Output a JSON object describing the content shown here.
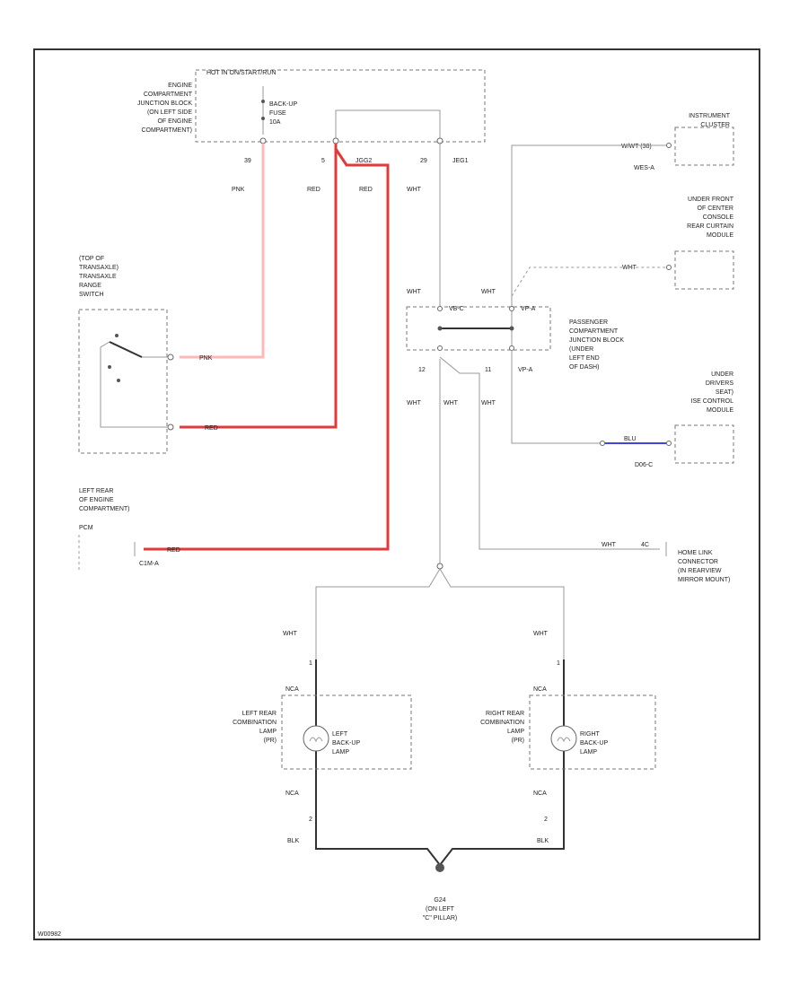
{
  "blocks": {
    "hot_at_all_times": "HOT IN ON/START/RUN",
    "engine_jb": [
      "ENGINE",
      "COMPARTMENT",
      "JUNCTION BLOCK",
      "(ON LEFT SIDE",
      "OF ENGINE",
      "COMPARTMENT)"
    ],
    "fuse": [
      "BACK-UP",
      "FUSE",
      "10A"
    ],
    "pin_39": "39",
    "pin_5": "5",
    "pin_29": "29",
    "conn_jeg1": "JEG1",
    "conn_jgg2": "JGG2",
    "instrument_cluster": [
      "INSTRUMENT",
      "CLUSTER"
    ],
    "instrument_pin": "W/WT (38)",
    "instrument_conn": "WES-A",
    "rear_curtain": [
      "UNDER FRONT",
      "OF CENTER",
      "CONSOLE",
      "REAR CURTAIN",
      "MODULE"
    ],
    "rear_curtain_pin": "WHT",
    "transaxle": [
      "(TOP OF",
      "TRANSAXLE)",
      "TRANSAXLE",
      "RANGE",
      "SWITCH"
    ],
    "pjb": [
      "PASSENGER",
      "COMPARTMENT",
      "JUNCTION BLOCK",
      "(UNDER",
      "LEFT END",
      "OF DASH)"
    ],
    "pjb_conn_left": "VB-C",
    "pjb_conn_right": "VP-A",
    "pjb_pin_12": "12",
    "pjb_pin_11": "11",
    "pjb_conn_bottom": "VP-A",
    "drivers_seat": [
      "UNDER",
      "DRIVERS",
      "SEAT)",
      "ISE CONTROL",
      "MODULE"
    ],
    "drivers_seat_conn": "D06-C",
    "left_rear_engine": [
      "LEFT REAR",
      "OF ENGINE",
      "COMPARTMENT)",
      "PCM"
    ],
    "pcm_conn": "C1M-A",
    "homelink": [
      "HOME LINK",
      "CONNECTOR",
      "(IN REARVIEW",
      "MIRROR MOUNT)"
    ],
    "homelink_pin": "4C",
    "left_lamp_box": [
      "LEFT REAR",
      "COMBINATION",
      "LAMP",
      "(PR)"
    ],
    "left_lamp": [
      "LEFT",
      "BACK-UP",
      "LAMP"
    ],
    "right_lamp_box": [
      "RIGHT REAR",
      "COMBINATION",
      "LAMP",
      "(PR)"
    ],
    "right_lamp": [
      "RIGHT",
      "BACK-UP",
      "LAMP"
    ],
    "ground": [
      "G24",
      "(ON LEFT",
      "\"C\" PILLAR)"
    ],
    "footer_code": "W00982"
  },
  "wires": {
    "pnk": "PNK",
    "red": "RED",
    "wht": "WHT",
    "nca": "NCA",
    "blk": "BLK",
    "pin_1": "1",
    "pin_2": "2",
    "blue_wire": "BLU"
  },
  "colors": {
    "live": "#e03a3a",
    "signal": "#4444dd",
    "ground": "#333333"
  }
}
